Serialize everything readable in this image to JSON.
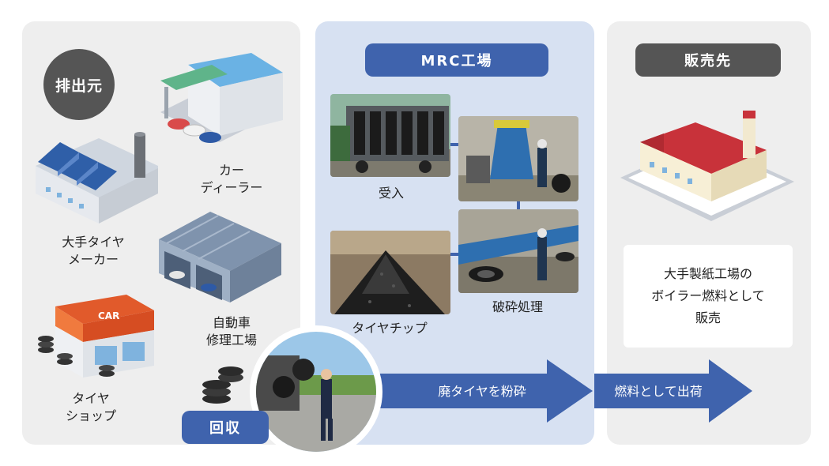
{
  "colors": {
    "accent_blue": "#3f63ad",
    "dark_gray": "#555555",
    "panel_gray": "#eeeeee",
    "panel_blue": "#d7e1f2"
  },
  "left": {
    "badge": "排出元",
    "sources": {
      "maker": [
        "大手タイヤ",
        "メーカー"
      ],
      "dealer": [
        "カー",
        "ディーラー"
      ],
      "repair": [
        "自動車",
        "修理工場"
      ],
      "shop": [
        "タイヤ",
        "ショップ"
      ]
    },
    "shop_sign": "CAR",
    "collect": "回収"
  },
  "middle": {
    "title": "MRC工場",
    "steps": {
      "receive": "受入",
      "crush": "破砕処理",
      "chip": "タイヤチップ"
    },
    "arrow": "廃タイヤを粉砕"
  },
  "right": {
    "title": "販売先",
    "description": [
      "大手製紙工場の",
      "ボイラー燃料として",
      "販売"
    ],
    "arrow": "燃料として出荷"
  }
}
